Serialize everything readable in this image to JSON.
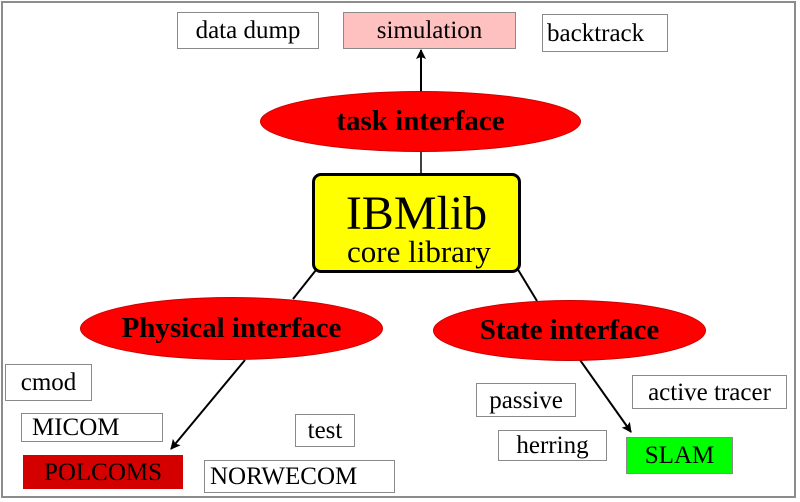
{
  "diagram": {
    "core": {
      "title": "IBMlib",
      "subtitle": "core library",
      "fill_color": "#ffff00"
    },
    "interfaces": {
      "task": "task interface",
      "physical": "Physical interface",
      "state": "State interface",
      "fill_color": "#ff0000"
    },
    "task_modules": {
      "data_dump": "data dump",
      "simulation": "simulation",
      "backtrack": "backtrack",
      "highlight_color": "#ffc0c0"
    },
    "physical_modules": {
      "cmod": "cmod",
      "micom": "MICOM",
      "polcoms": "POLCOMS",
      "test": "test",
      "norwecom": "NORWECOM",
      "highlight_color": "#d40000"
    },
    "state_modules": {
      "passive": "passive",
      "active_tracer": "active tracer",
      "herring": "herring",
      "slam": "SLAM",
      "highlight_color": "#00ff00"
    }
  }
}
